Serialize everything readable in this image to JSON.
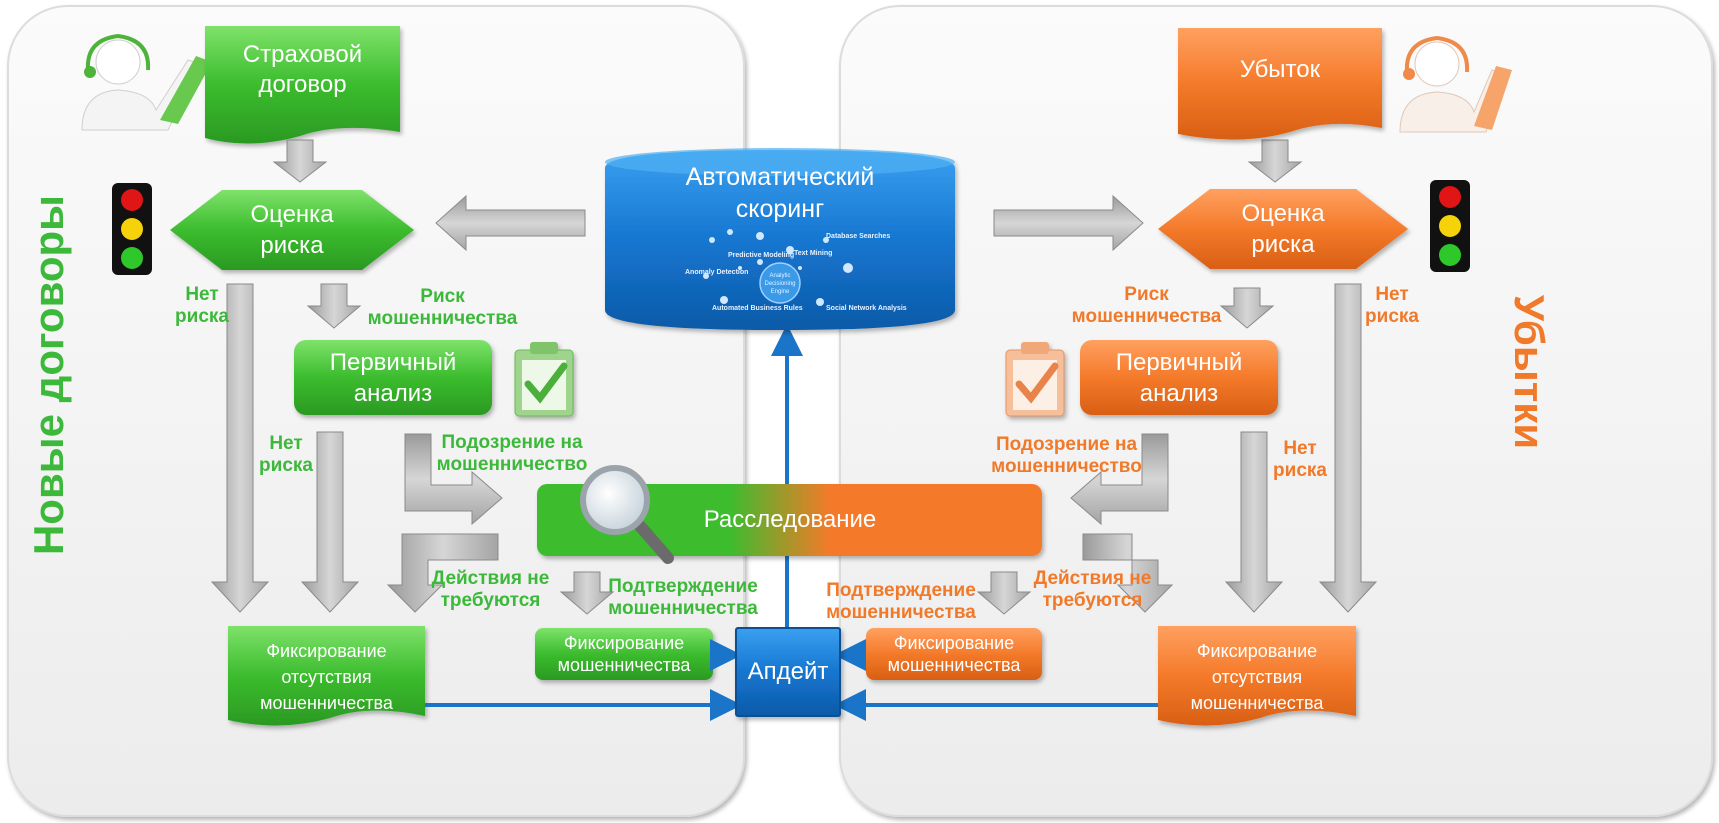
{
  "colors": {
    "green": "#3cb93a",
    "orange": "#f07a2a",
    "blue": "#1a74c8",
    "arrow_gray": "#b8b8b8"
  },
  "sides": {
    "left_title": "Новые договоры",
    "right_title": "Убытки"
  },
  "left": {
    "contract": "Страховой\nдоговор",
    "risk_assessment": "Оценка\nриска",
    "no_risk_1": "Нет\nриска",
    "fraud_risk": "Риск\nмошенничества",
    "primary_analysis": "Первичный\nанализ",
    "no_risk_2": "Нет\nриска",
    "fraud_suspicion": "Подозрение на\nмошенничество",
    "no_action": "Действия не\nтребуются",
    "fraud_confirmed": "Подтверждение\nмошенничества",
    "fix_fraud": "Фиксирование\nмошенничества",
    "fix_no_fraud": "Фиксирование\nотсутствия\nмошенничества"
  },
  "right": {
    "loss": "Убыток",
    "risk_assessment": "Оценка\nриска",
    "no_risk_1": "Нет\nриска",
    "fraud_risk": "Риск\nмошенничества",
    "primary_analysis": "Первичный\nанализ",
    "no_risk_2": "Нет\nриска",
    "fraud_suspicion": "Подозрение на\nмошенничество",
    "no_action": "Действия не\nтребуются",
    "fraud_confirmed": "Подтверждение\nмошенничества",
    "fix_fraud": "Фиксирование\nмошенничества",
    "fix_no_fraud": "Фиксирование\nотсутствия\nмошенничества"
  },
  "center": {
    "scoring_title": "Автоматический\nскоринг",
    "engine_label": "Analytic\nDecisioning\nEngine",
    "engine_terms": [
      "Predictive Modeling",
      "Text Mining",
      "Database Searches",
      "Anomaly Detection",
      "Automated Business Rules",
      "Social Network Analysis"
    ],
    "investigation": "Расследование",
    "update": "Апдейт"
  }
}
